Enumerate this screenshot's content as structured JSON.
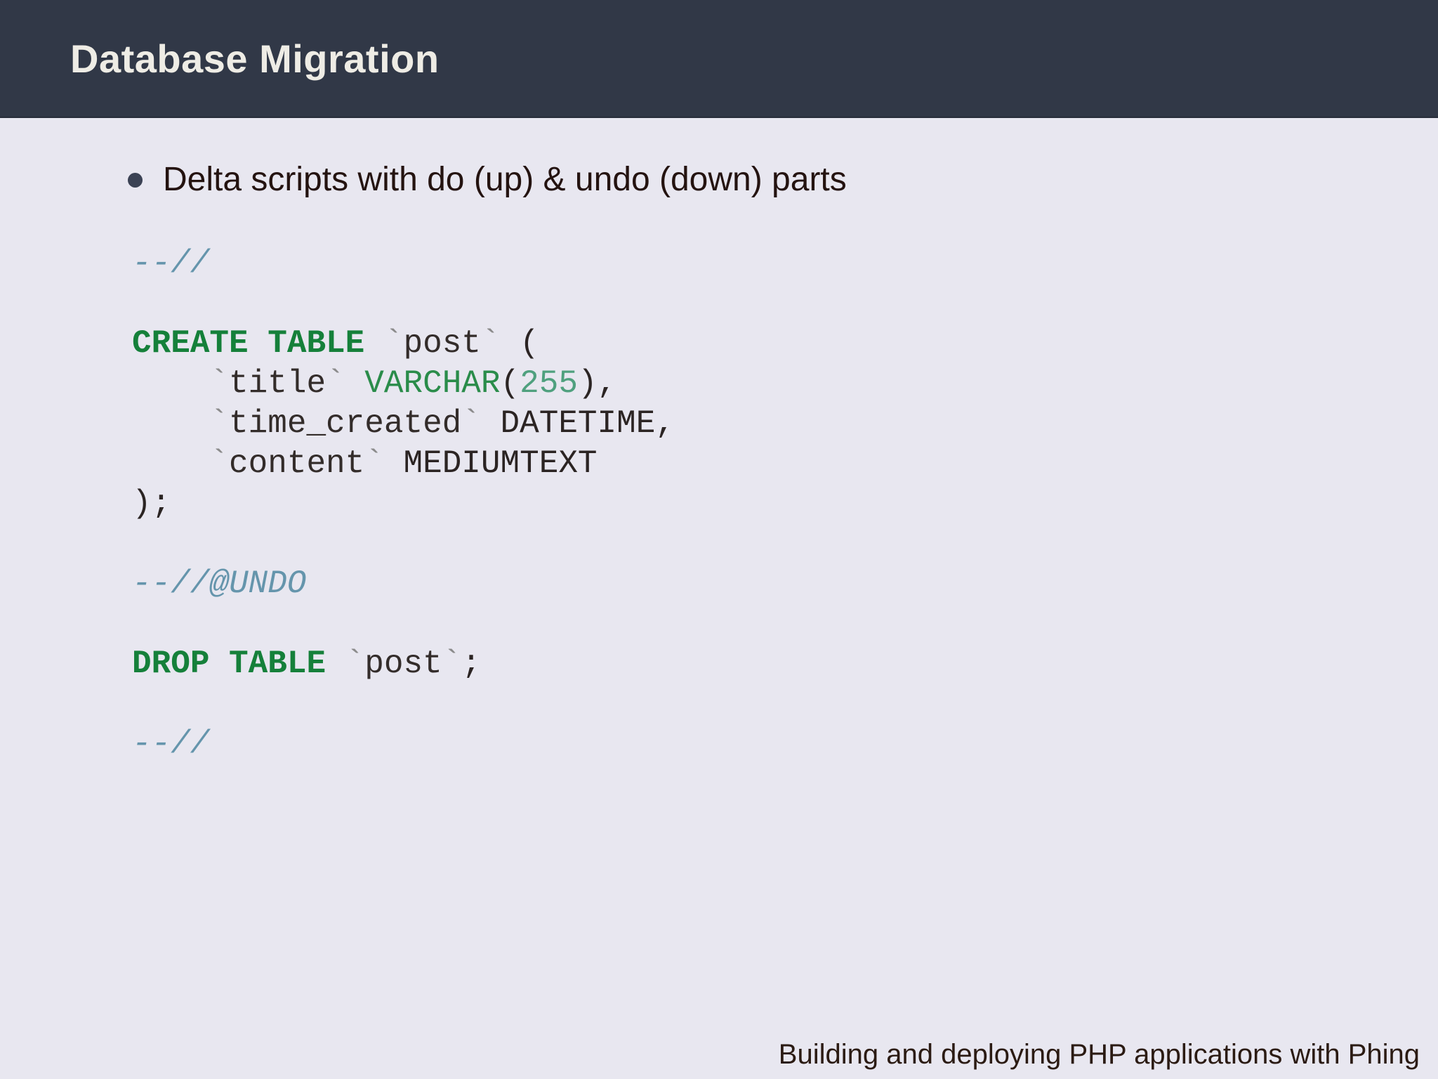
{
  "header": {
    "title": "Database Migration"
  },
  "bullet": {
    "text": "Delta scripts with do (up) & undo (down) parts"
  },
  "code": {
    "language": "sql-migration",
    "lines": [
      {
        "tokens": [
          {
            "text": "--//",
            "type": "comment"
          }
        ]
      },
      {
        "tokens": []
      },
      {
        "tokens": [
          {
            "text": "CREATE TABLE",
            "type": "keyword"
          },
          {
            "text": " ",
            "type": "plain"
          },
          {
            "text": "`",
            "type": "backtick"
          },
          {
            "text": "post",
            "type": "identifier"
          },
          {
            "text": "`",
            "type": "backtick"
          },
          {
            "text": " (",
            "type": "plain"
          }
        ]
      },
      {
        "tokens": [
          {
            "text": "    ",
            "type": "plain"
          },
          {
            "text": "`",
            "type": "backtick"
          },
          {
            "text": "title",
            "type": "identifier"
          },
          {
            "text": "`",
            "type": "backtick"
          },
          {
            "text": " ",
            "type": "plain"
          },
          {
            "text": "VARCHAR",
            "type": "type"
          },
          {
            "text": "(",
            "type": "plain"
          },
          {
            "text": "255",
            "type": "number"
          },
          {
            "text": "),",
            "type": "plain"
          }
        ]
      },
      {
        "tokens": [
          {
            "text": "    ",
            "type": "plain"
          },
          {
            "text": "`",
            "type": "backtick"
          },
          {
            "text": "time_created",
            "type": "identifier"
          },
          {
            "text": "`",
            "type": "backtick"
          },
          {
            "text": " DATETIME,",
            "type": "plain"
          }
        ]
      },
      {
        "tokens": [
          {
            "text": "    ",
            "type": "plain"
          },
          {
            "text": "`",
            "type": "backtick"
          },
          {
            "text": "content",
            "type": "identifier"
          },
          {
            "text": "`",
            "type": "backtick"
          },
          {
            "text": " MEDIUMTEXT",
            "type": "plain"
          }
        ]
      },
      {
        "tokens": [
          {
            "text": ");",
            "type": "plain"
          }
        ]
      },
      {
        "tokens": []
      },
      {
        "tokens": [
          {
            "text": "--//@UNDO",
            "type": "comment"
          }
        ]
      },
      {
        "tokens": []
      },
      {
        "tokens": [
          {
            "text": "DROP TABLE",
            "type": "keyword"
          },
          {
            "text": " ",
            "type": "plain"
          },
          {
            "text": "`",
            "type": "backtick"
          },
          {
            "text": "post",
            "type": "identifier"
          },
          {
            "text": "`",
            "type": "backtick"
          },
          {
            "text": ";",
            "type": "plain"
          }
        ]
      },
      {
        "tokens": []
      },
      {
        "tokens": [
          {
            "text": "--//",
            "type": "comment"
          }
        ]
      }
    ]
  },
  "footer": {
    "text": "Building and deploying PHP applications with Phing"
  },
  "colors": {
    "header_bg": "#313847",
    "header_text": "#eeece5",
    "body_bg": "#e8e7f0",
    "body_text": "#241310",
    "bullet_dot": "#3b4254",
    "code_keyword": "#15803a",
    "code_type": "#2a8c4a",
    "code_number": "#4fa07e",
    "code_comment": "#6595ac",
    "code_backtick": "#8b8b8b",
    "code_text": "#2b2423"
  }
}
